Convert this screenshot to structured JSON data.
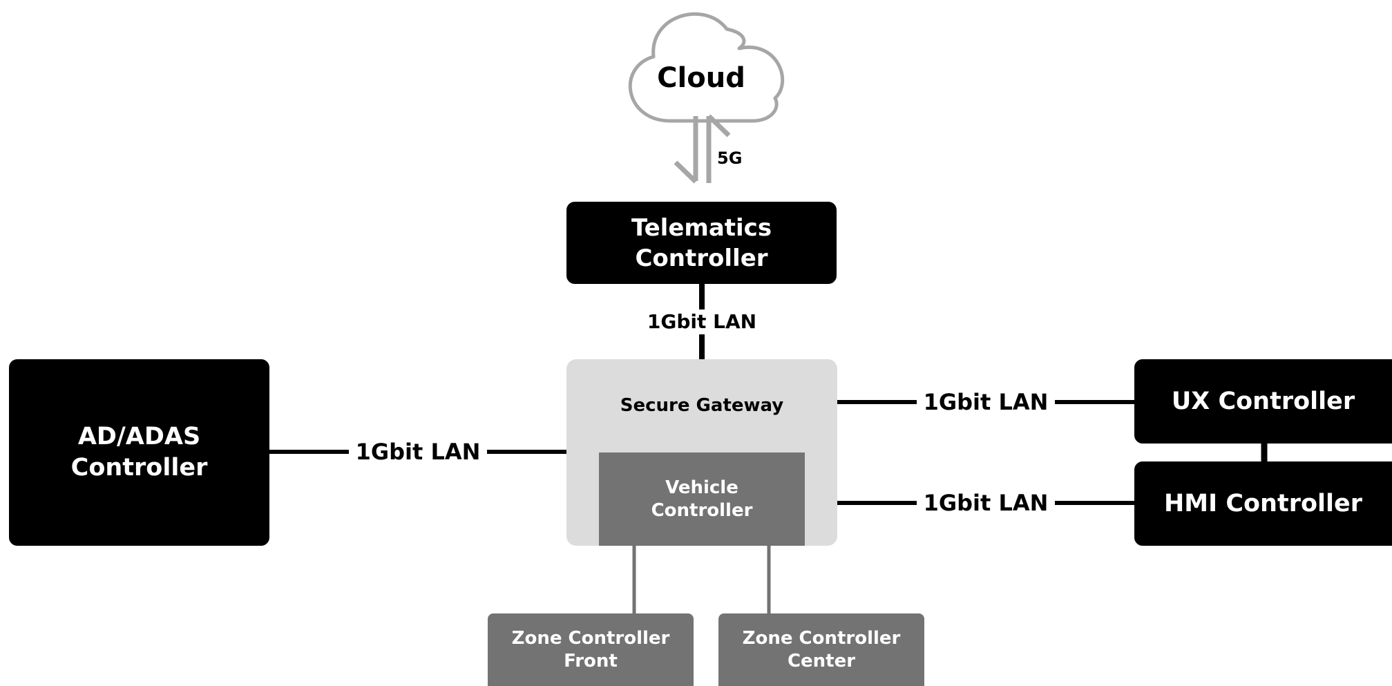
{
  "cloud": {
    "label": "Cloud"
  },
  "cloud_link": {
    "label": "5G"
  },
  "telematics": {
    "line1": "Telematics",
    "line2": "Controller"
  },
  "telematics_link": {
    "label": "1Gbit LAN"
  },
  "gateway": {
    "label": "Secure Gateway"
  },
  "vehicle": {
    "line1": "Vehicle",
    "line2": "Controller"
  },
  "adas": {
    "line1": "AD/ADAS",
    "line2": "Controller"
  },
  "adas_link": {
    "label": "1Gbit LAN"
  },
  "ux": {
    "label": "UX Controller"
  },
  "ux_link": {
    "label": "1Gbit LAN"
  },
  "hmi": {
    "label": "HMI Controller"
  },
  "hmi_link": {
    "label": "1Gbit LAN"
  },
  "zone_front": {
    "line1": "Zone Controller",
    "line2": "Front"
  },
  "zone_center": {
    "line1": "Zone Controller",
    "line2": "Center"
  },
  "colors": {
    "black": "#000000",
    "gateway": "#dcdcdc",
    "vehicle": "#737373",
    "cloud_stroke": "#a6a6a6"
  }
}
